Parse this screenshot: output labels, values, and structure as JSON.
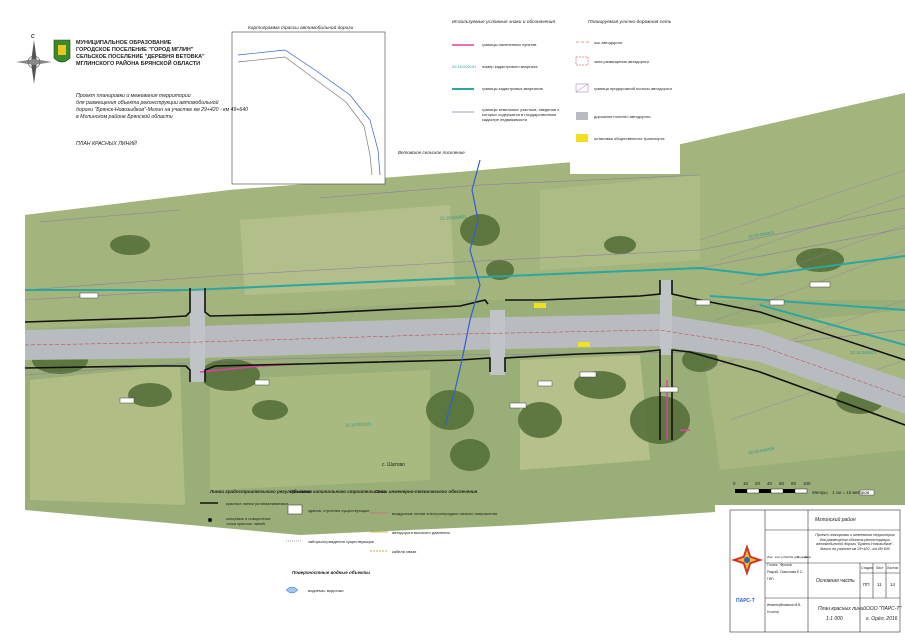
{
  "header": {
    "org_lines": [
      "МУНИЦИПАЛЬНОЕ ОБРАЗОВАНИЕ",
      "ГОРОДСКОЕ ПОСЕЛЕНИЕ \"ГОРОД МГЛИН\"",
      "СЕЛЬСКОЕ ПОСЕЛЕНИЕ \"ДЕРЕВНЯ ВЕТОВКА\"",
      "МГЛИНСКОГО РАЙОНА БРЯНСКОЙ ОБЛАСТИ"
    ],
    "project_lines": [
      "Проект планировки и межевания территории",
      "для размещения объекта реконструкции автомобильной",
      "дороги \"Брянск-Новозыбков\"-Мглин на участке км 29+420 - км 49+640",
      "в Мглинском районе Брянской области"
    ],
    "plan_title": "ПЛАН КРАСНЫХ ЛИНИЙ",
    "compass_label": "С"
  },
  "scheme": {
    "title": "Картограмма трассы автомобильной дороги"
  },
  "legend_main": {
    "title": "Используемые условные знаки и обозначения",
    "items": [
      "границы населенных пунктов",
      "номер кадастрового квартала",
      "границы кадастровых кварталов",
      "границы земельных участков, сведения о которых содержатся в государственном кадастре недвижимости"
    ],
    "code_sample": "32:16:000101"
  },
  "legend_road": {
    "title": "Планируемая улично-дорожная сеть",
    "items": [
      "ось автодороги",
      "зона размещения автодороги",
      "граница придорожной полосы автодороги",
      "дорожное полотно автодороги",
      "остановка общественного транспорта"
    ]
  },
  "legend_bottom": {
    "lines_title": "Линии градостроительного регулирования",
    "lines_items": [
      "красные линии устанавливаемые",
      "концевые и поворотные точки красных линий"
    ],
    "capital_title": "Объекты капитального строительства",
    "capital_items": [
      "здания, строения существующие",
      "заборы/ограждения существующие"
    ],
    "water_title": "Поверхностные водные объекты",
    "water_items": [
      "водоемы, водотоки"
    ],
    "eng_title": "Сети инженерно-технического обеспечения",
    "eng_items": [
      "воздушные линии электропередачи низкого напряжения",
      "автодорога высокого давления",
      "кабели связи"
    ]
  },
  "map_labels": {
    "settlement_border": "Ветовское сельское поселение",
    "village": "с. Шатово",
    "quarter_codes": [
      "32:16:020401",
      "32:16:000101",
      "32:16:040401",
      "32:16:040405",
      "32:16:040401"
    ]
  },
  "scale_bar": {
    "ticks": [
      "0",
      "10",
      "20",
      "40",
      "60",
      "80",
      "100"
    ],
    "units": "Метры",
    "note": "1 см = 10 метров"
  },
  "title_block": {
    "district": "Мглинский район",
    "description": "Проект планировки и межевания территории для размещения объекта реконструкции автомобильной дороги \"Брянск-Новозыбков\"-Мглин на участке км 29+420 - км 49+640",
    "section": "Основная часть",
    "sheet_title": "План красных линий",
    "scale": "1:1 000",
    "stage_headers": [
      "Стадия",
      "Лист",
      "Листов"
    ],
    "stage_values": [
      "ПП",
      "11",
      "14"
    ],
    "company": "ООО \"ПАРС-Т\"",
    "city_year": "г. Орёл, 2016",
    "logo_text": "ПАРС-Т",
    "roles": [
      "Изм.",
      "Кол.уч",
      "Лист",
      "№ док.",
      "Подпись",
      "Дата"
    ],
    "staff_roles": [
      "Гл.инж.",
      "Разраб.",
      "ГИП",
      "Инженер",
      "Н.контр."
    ],
    "staff_names": [
      "Фролов",
      "Смыслова Е.С.",
      "",
      "Фомкина М.В.",
      ""
    ]
  },
  "colors": {
    "red_line": "#000000",
    "cadastral": "#30b0a0",
    "settlement": "#e040a0",
    "road": "#b8bcc0",
    "axis": "#d03030",
    "zone": "#a060c0",
    "stream": "#3060d0"
  }
}
